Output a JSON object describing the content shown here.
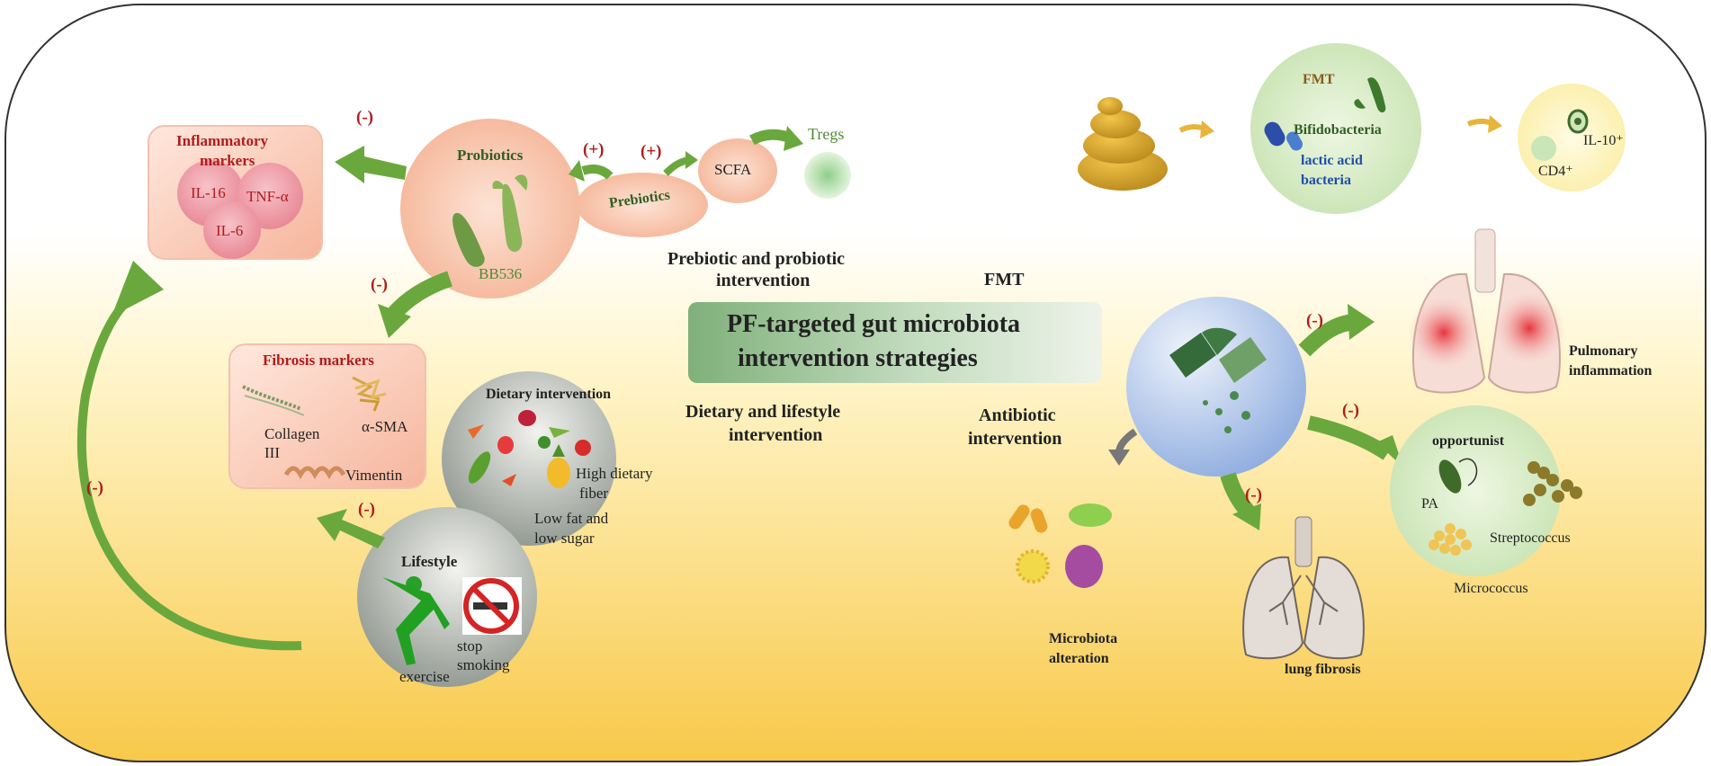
{
  "center": {
    "title_line1": "PF-targeted gut microbiota",
    "title_line2": "intervention strategies"
  },
  "section_labels": {
    "prebiotic_line1": "Prebiotic and probiotic",
    "prebiotic_line2": "intervention",
    "fmt": "FMT",
    "dietary_line1": "Dietary and lifestyle",
    "dietary_line2": "intervention",
    "antibiotic_line1": "Antibiotic",
    "antibiotic_line2": "intervention"
  },
  "inflammatory": {
    "title_line1": "Inflammatory",
    "title_line2": "markers",
    "il16": "IL-16",
    "tnf": "TNF-α",
    "il6": "IL-6"
  },
  "probiotics": {
    "title": "Probiotics",
    "strain": "BB536"
  },
  "prebiotics": "Prebiotics",
  "scfa": "SCFA",
  "tregs": "Tregs",
  "fibrosis": {
    "title": "Fibrosis markers",
    "collagen_line1": "Collagen",
    "collagen_line2": "III",
    "asma": "α-SMA",
    "vimentin": "Vimentin"
  },
  "dietary": {
    "title": "Dietary intervention",
    "fiber_line1": "High dietary",
    "fiber_line2": "fiber",
    "fat_line1": "Low fat and",
    "fat_line2": "low sugar"
  },
  "lifestyle": {
    "title": "Lifestyle",
    "exercise": "exercise",
    "smoking_line1": "stop",
    "smoking_line2": "smoking"
  },
  "fmt_panel": {
    "title": "FMT",
    "bifido": "Bifidobacteria",
    "lactic_line1": "lactic acid",
    "lactic_line2": "bacteria",
    "il10": "IL-10⁺",
    "cd4": "CD4⁺"
  },
  "outcomes": {
    "pulmonary_line1": "Pulmonary",
    "pulmonary_line2": "inflammation",
    "fibrosis": "lung fibrosis",
    "microbiota_line1": "Microbiota",
    "microbiota_line2": "alteration"
  },
  "opportunist": {
    "title": "opportunist",
    "pa": "PA",
    "strep": "Streptococcus",
    "micro": "Micrococcus"
  },
  "signs": {
    "minus": "(-)",
    "plus": "(+)"
  },
  "colors": {
    "arrow_green": "#6aa83d",
    "arrow_dark": "#4f7f34",
    "marker_red": "#b01c1c",
    "center_box": "#8fbf8a",
    "fmt_circle": "#d6ebc4",
    "antibiotic_circle": "#a7bfe6"
  }
}
